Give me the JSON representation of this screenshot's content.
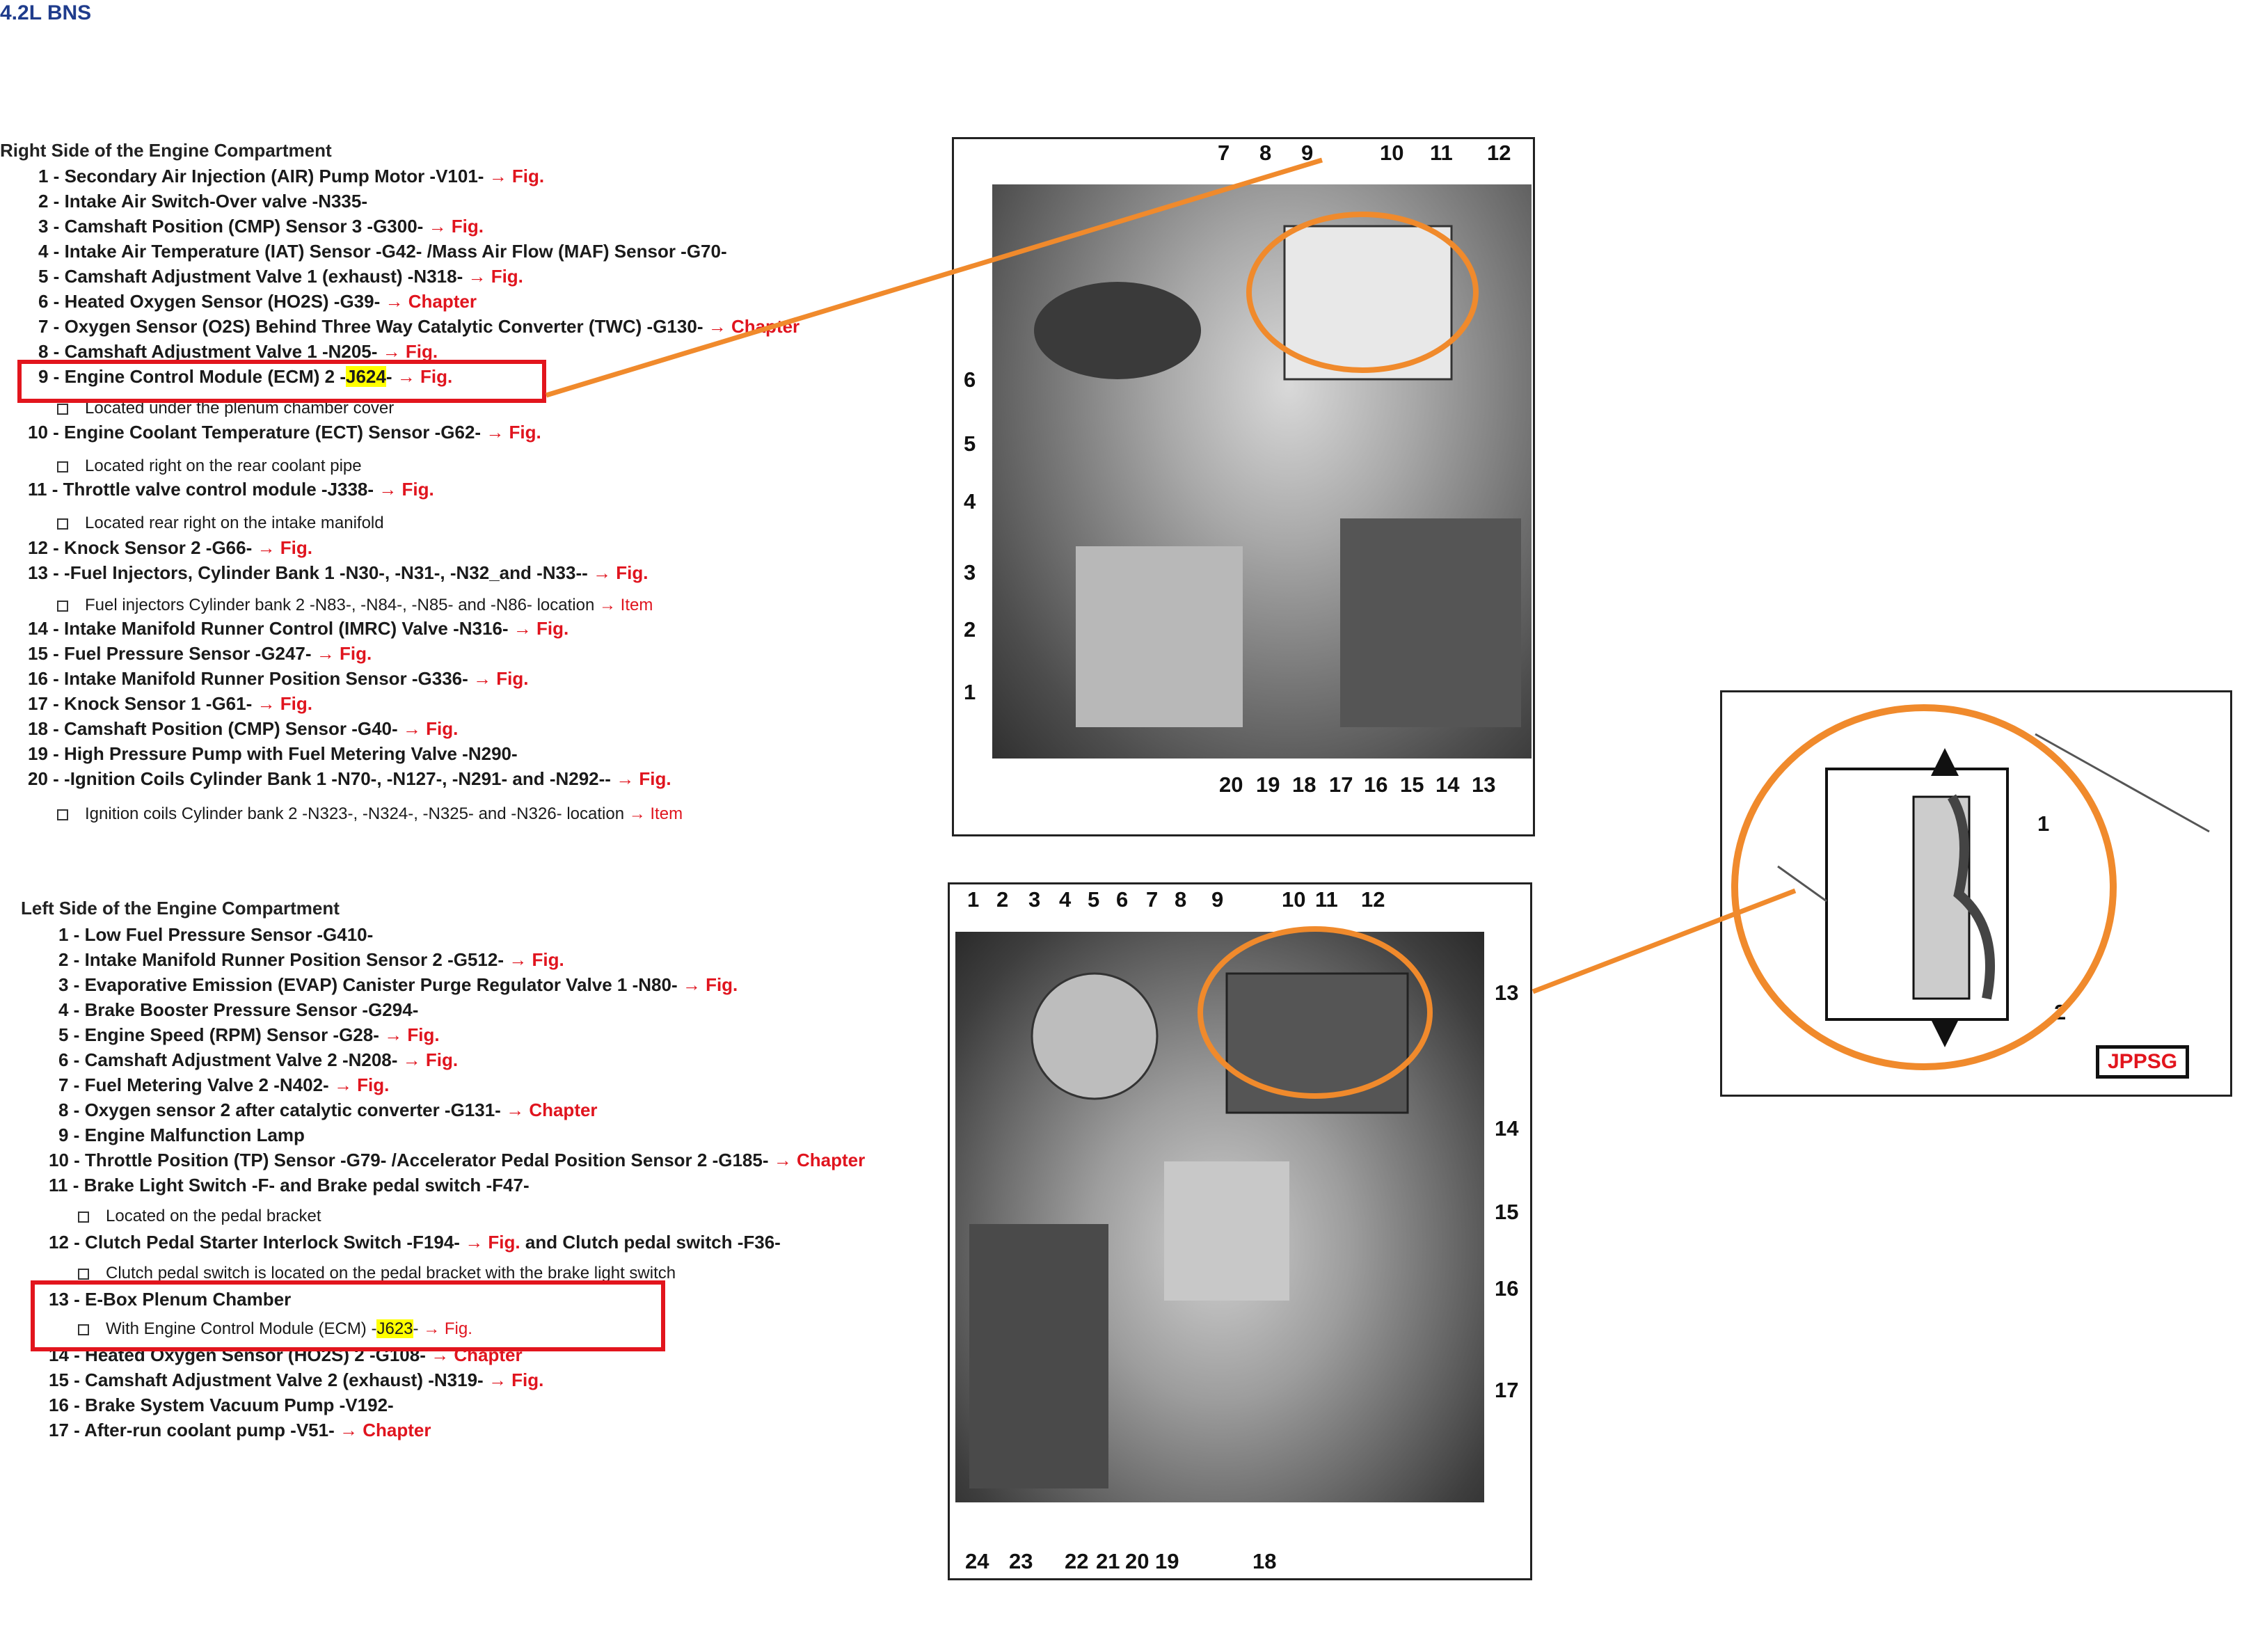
{
  "title": "4.2L BNS",
  "right_section": {
    "heading": "Right Side of the Engine Compartment",
    "items": [
      {
        "num": "1 -",
        "text": "Secondary Air Injection (AIR) Pump Motor -V101-",
        "link": "→ Fig."
      },
      {
        "num": "2 -",
        "text": "Intake Air Switch-Over valve -N335-",
        "link": ""
      },
      {
        "num": "3 -",
        "text": "Camshaft Position (CMP) Sensor 3 -G300-",
        "link": "→ Fig."
      },
      {
        "num": "4 -",
        "text": "Intake Air Temperature (IAT) Sensor -G42- /Mass Air Flow (MAF) Sensor -G70-",
        "link": ""
      },
      {
        "num": "5 -",
        "text": "Camshaft Adjustment Valve 1 (exhaust) -N318-",
        "link": "→ Fig."
      },
      {
        "num": "6 -",
        "text": "Heated Oxygen Sensor (HO2S) -G39-",
        "link": "→ Chapter"
      },
      {
        "num": "7 -",
        "text": "Oxygen Sensor (O2S) Behind Three Way Catalytic Converter (TWC) -G130-",
        "link": "→ Chapter"
      },
      {
        "num": "8 -",
        "text": "Camshaft Adjustment Valve 1 -N205-",
        "link": "→ Fig."
      },
      {
        "num": "9 -",
        "text_pre": "Engine Control Module (ECM) 2 -",
        "highlight": "J624",
        "text_post": "-",
        "link": "→ Fig."
      },
      {
        "num": "10 -",
        "text": "Engine Coolant Temperature (ECT) Sensor -G62-",
        "link": "→ Fig."
      },
      {
        "num": "11 -",
        "text": "Throttle valve control module -J338-",
        "link": "→ Fig."
      },
      {
        "num": "12 -",
        "text": "Knock Sensor 2 -G66-",
        "link": "→ Fig."
      },
      {
        "num": "13 -",
        "text": "-Fuel Injectors, Cylinder Bank 1 -N30-, -N31-, -N32_and -N33--",
        "link": "→ Fig."
      },
      {
        "num": "14 -",
        "text": "Intake Manifold Runner Control (IMRC) Valve -N316-",
        "link": "→ Fig."
      },
      {
        "num": "15 -",
        "text": "Fuel Pressure Sensor -G247-",
        "link": "→ Fig."
      },
      {
        "num": "16 -",
        "text": "Intake Manifold Runner Position Sensor -G336-",
        "link": "→ Fig."
      },
      {
        "num": "17 -",
        "text": "Knock Sensor 1 -G61-",
        "link": "→ Fig."
      },
      {
        "num": "18 -",
        "text": "Camshaft Position (CMP) Sensor -G40-",
        "link": "→ Fig."
      },
      {
        "num": "19 -",
        "text": "High Pressure Pump with Fuel Metering Valve -N290-",
        "link": ""
      },
      {
        "num": "20 -",
        "text": "-Ignition Coils Cylinder Bank 1 -N70-, -N127-, -N291- and -N292--",
        "link": "→ Fig."
      }
    ],
    "subs": [
      {
        "text": "Located under the plenum chamber cover",
        "link": ""
      },
      {
        "text": "Located right on the rear coolant pipe",
        "link": ""
      },
      {
        "text": "Located rear right on the intake manifold",
        "link": ""
      },
      {
        "text": "Fuel injectors Cylinder bank 2 -N83-, -N84-, -N85- and -N86- location",
        "link": "→ Item"
      },
      {
        "text": "Ignition coils Cylinder bank 2 -N323-, -N324-, -N325- and -N326- location",
        "link": "→ Item"
      }
    ]
  },
  "left_section": {
    "heading": "Left Side of the Engine Compartment",
    "items": [
      {
        "num": "1 -",
        "text": "Low Fuel Pressure Sensor -G410-",
        "link": ""
      },
      {
        "num": "2 -",
        "text": "Intake Manifold Runner Position Sensor 2 -G512-",
        "link": "→ Fig."
      },
      {
        "num": "3 -",
        "text": "Evaporative Emission (EVAP) Canister Purge Regulator Valve 1 -N80-",
        "link": "→ Fig."
      },
      {
        "num": "4 -",
        "text": "Brake Booster Pressure Sensor -G294-",
        "link": ""
      },
      {
        "num": "5 -",
        "text": "Engine Speed (RPM) Sensor -G28-",
        "link": "→ Fig."
      },
      {
        "num": "6 -",
        "text": "Camshaft Adjustment Valve 2 -N208-",
        "link": "→ Fig."
      },
      {
        "num": "7 -",
        "text": "Fuel Metering Valve 2 -N402-",
        "link": "→ Fig."
      },
      {
        "num": "8 -",
        "text": "Oxygen sensor 2 after catalytic converter -G131-",
        "link": "→ Chapter"
      },
      {
        "num": "9 -",
        "text": "Engine Malfunction Lamp",
        "link": ""
      },
      {
        "num": "10 -",
        "text": "Throttle Position (TP) Sensor -G79- /Accelerator Pedal Position Sensor 2 -G185-",
        "link": "→ Chapter"
      },
      {
        "num": "11 -",
        "text": "Brake Light Switch -F- and Brake pedal switch -F47-",
        "link": ""
      },
      {
        "num": "12 -",
        "text": "Clutch Pedal Starter Interlock Switch -F194-",
        "link": "→ Fig.",
        "text_after": "and Clutch pedal switch -F36-"
      },
      {
        "num": "13 -",
        "text": "E-Box Plenum Chamber",
        "link": ""
      },
      {
        "num": "14 -",
        "text": "Heated Oxygen Sensor (HO2S) 2 -G108-",
        "link": "→ Chapter"
      },
      {
        "num": "15 -",
        "text": "Camshaft Adjustment Valve 2 (exhaust) -N319-",
        "link": "→ Fig."
      },
      {
        "num": "16 -",
        "text": "Brake System Vacuum Pump -V192-",
        "link": ""
      },
      {
        "num": "17 -",
        "text": "After-run coolant pump -V51-",
        "link": "→ Chapter"
      }
    ],
    "subs": [
      {
        "text": "Located on the pedal bracket",
        "link": ""
      },
      {
        "text": "Clutch pedal switch is located on the pedal bracket with the brake light switch",
        "link": ""
      },
      {
        "text_pre": "With Engine Control Module (ECM) -",
        "highlight": "J623",
        "text_post": "-",
        "link": "→ Fig."
      }
    ]
  },
  "figure_top": {
    "top_numbers": [
      "7",
      "8",
      "9",
      "10",
      "11",
      "12"
    ],
    "left_numbers": [
      "6",
      "5",
      "4",
      "3",
      "2",
      "1"
    ],
    "bottom_numbers": [
      "20",
      "19",
      "18",
      "17",
      "16",
      "15",
      "14",
      "13"
    ]
  },
  "figure_bottom": {
    "top_numbers": [
      "1",
      "2",
      "3",
      "4",
      "5",
      "6",
      "7",
      "8",
      "9",
      "10",
      "11",
      "12"
    ],
    "right_numbers": [
      "13",
      "14",
      "15",
      "16",
      "17"
    ],
    "bottom_numbers": [
      "24",
      "23",
      "22",
      "21",
      "20",
      "19",
      "18"
    ]
  },
  "figure_detail": {
    "numbers": [
      "1",
      "2"
    ],
    "stamp": "JPPSG"
  },
  "colors": {
    "accent_orange": "#f08a2c",
    "highlight_red": "#e2151d",
    "link_red": "#e0141e",
    "title_blue": "#1f3c8c"
  }
}
